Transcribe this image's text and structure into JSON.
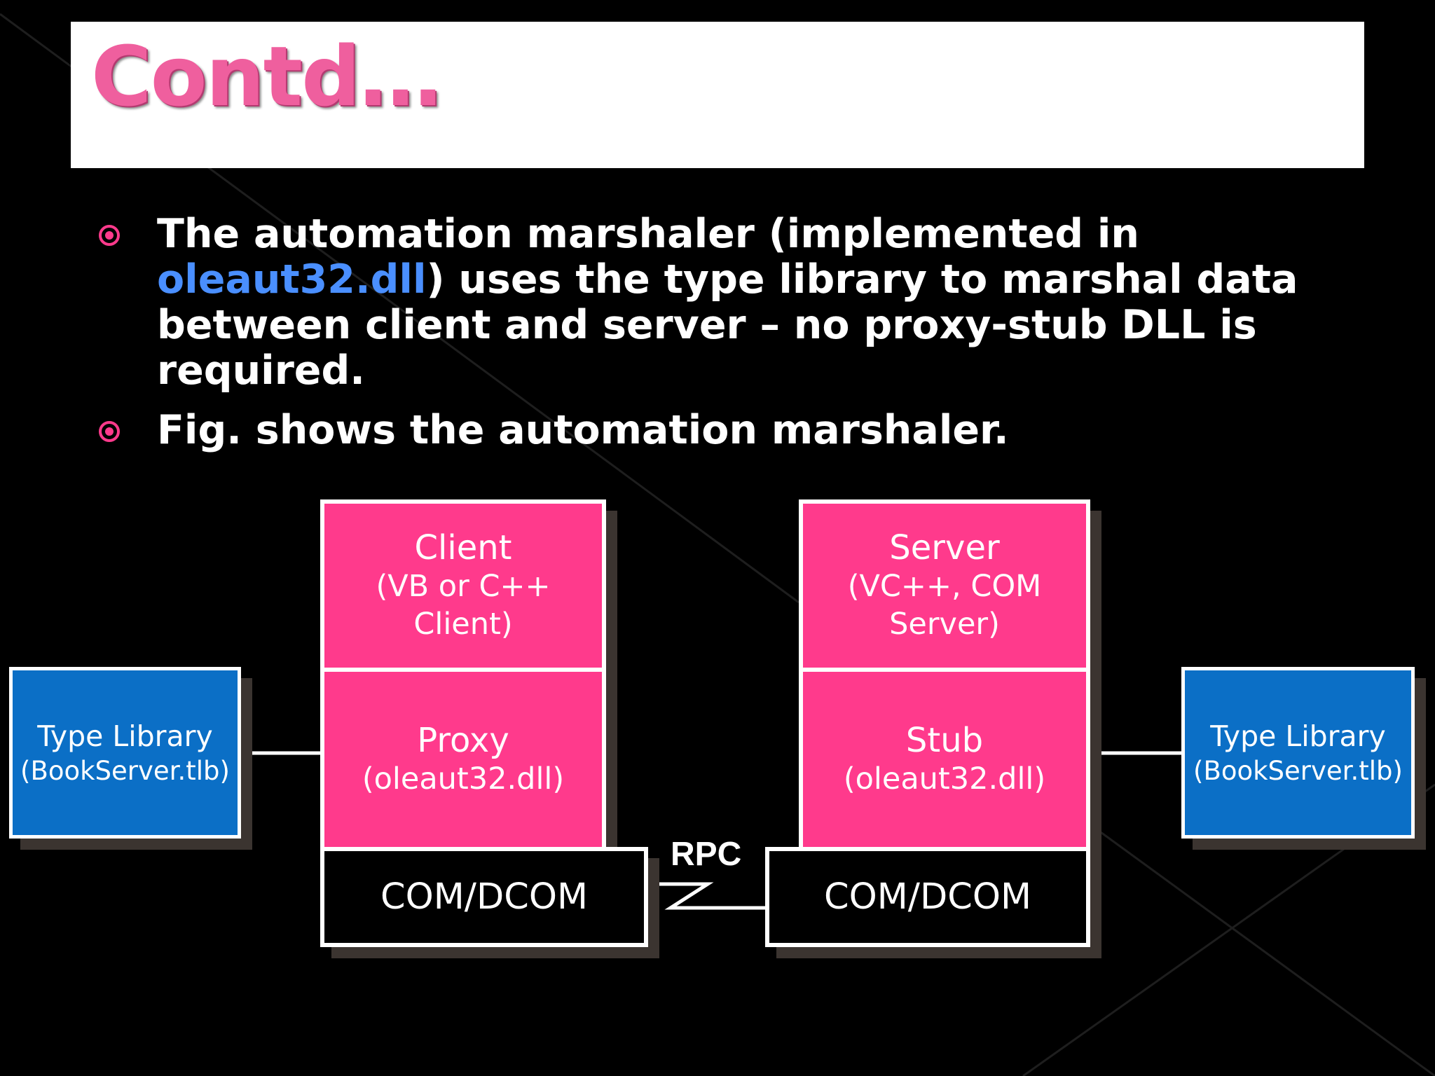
{
  "title": "Contd…",
  "bullets": [
    {
      "before": "The automation marshaler (implemented in ",
      "highlight": "oleaut32.dll",
      "after": ") uses the type library to marshal data between client and server – no proxy-stub DLL is required."
    },
    {
      "text": "Fig. shows the automation marshaler."
    }
  ],
  "diagram": {
    "left_type_library": {
      "line1": "Type Library",
      "line2": "(BookServer.tlb)"
    },
    "client": {
      "line1": "Client",
      "line2": "(VB or C++",
      "line3": "Client)"
    },
    "proxy": {
      "line1": "Proxy",
      "line2": "(oleaut32.dll)"
    },
    "left_com": "COM/DCOM",
    "rpc_label": "RPC",
    "server": {
      "line1": "Server",
      "line2": "(VC++, COM",
      "line3": "Server)"
    },
    "stub": {
      "line1": "Stub",
      "line2": "(oleaut32.dll)"
    },
    "right_com": "COM/DCOM",
    "right_type_library": {
      "line1": "Type Library",
      "line2": "(BookServer.tlb)"
    }
  },
  "colors": {
    "title": "#ef5f9e",
    "bullet_icon": "#ff3a8c",
    "highlight": "#4a8fff",
    "pink_box": "#ff3a8c",
    "blue_box": "#0b6fc6",
    "background": "#000000"
  }
}
